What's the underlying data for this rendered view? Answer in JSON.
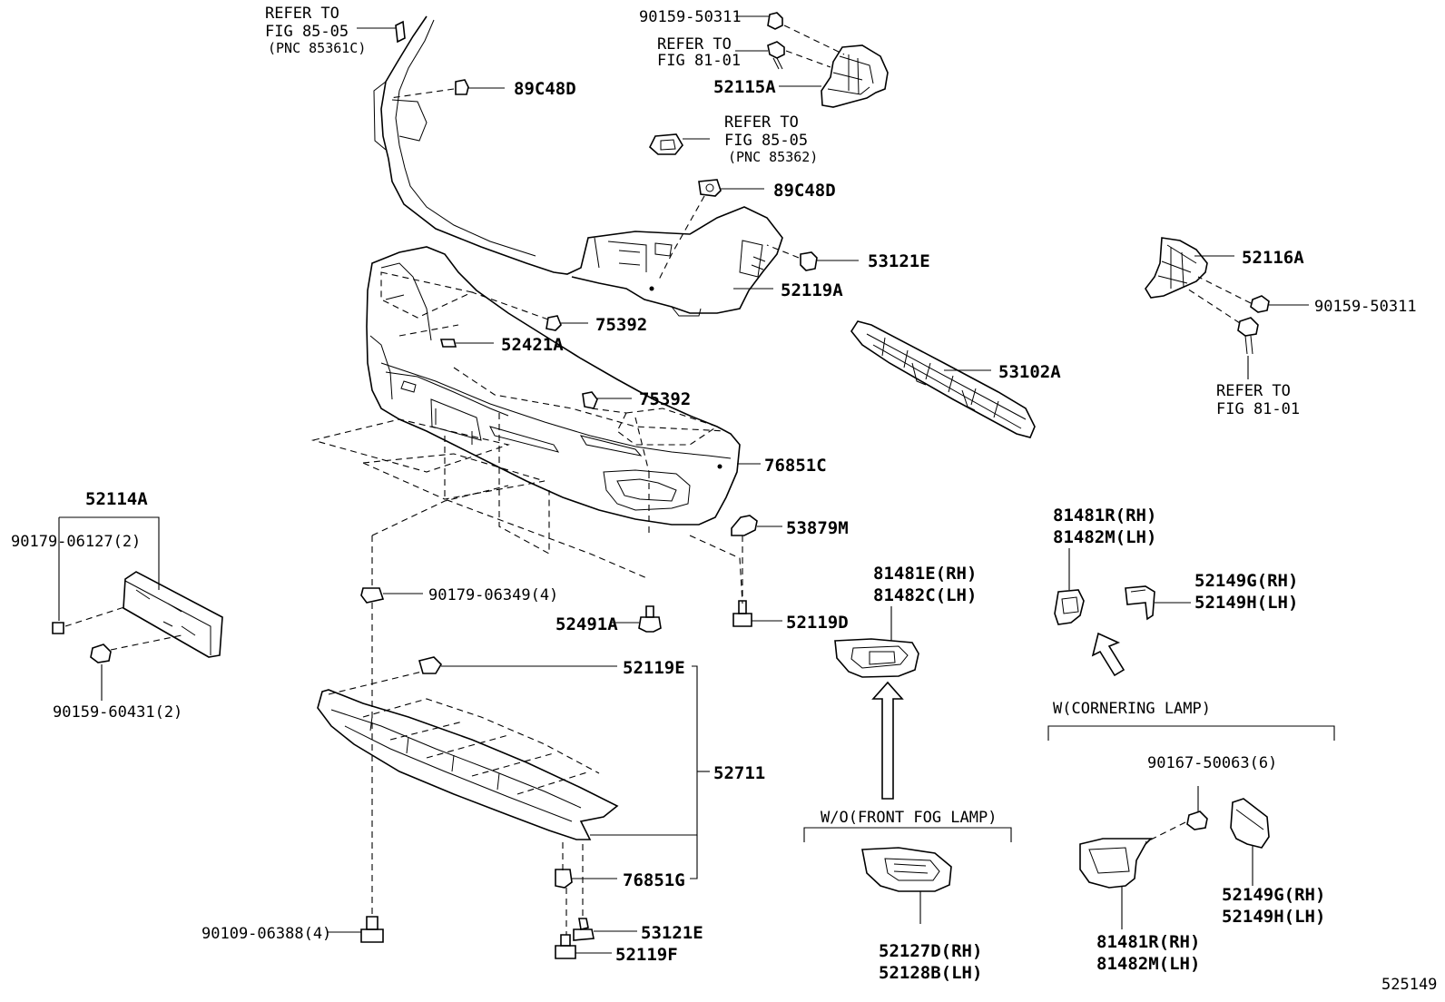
{
  "labels": {
    "refer_85361c_l1": "REFER TO",
    "refer_85361c_l2": "FIG 85-05",
    "refer_85361c_l3": "(PNC 85361C)",
    "p_89c48d_top": "89C48D",
    "p_90159_50311_top": "90159-50311",
    "refer_81_01_top_l1": "REFER TO",
    "refer_81_01_top_l2": "FIG 81-01",
    "p_52115a": "52115A",
    "refer_85362_l1": "REFER TO",
    "refer_85362_l2": "FIG 85-05",
    "refer_85362_l3": "(PNC 85362)",
    "p_89c48d_mid": "89C48D",
    "p_53121e_top": "53121E",
    "p_52119a": "52119A",
    "p_52116a": "52116A",
    "p_90159_50311_right": "90159-50311",
    "refer_81_01_right_l1": "REFER TO",
    "refer_81_01_right_l2": "FIG 81-01",
    "p_75392_a": "75392",
    "p_52421a": "52421A",
    "p_53102a": "53102A",
    "p_75392_b": "75392",
    "p_76851c": "76851C",
    "p_52114a": "52114A",
    "p_90179_06127": "90179-06127(2)",
    "p_53879m": "53879M",
    "p_81481r_top": "81481R(RH)",
    "p_81482m_top": "81482M(LH)",
    "p_81481e": "81481E(RH)",
    "p_81482c": "81482C(LH)",
    "p_52149g_top": "52149G(RH)",
    "p_52149h_top": "52149H(LH)",
    "p_90179_06349": "90179-06349(4)",
    "p_52491a": "52491A",
    "p_52119d": "52119D",
    "p_90159_60431": "90159-60431(2)",
    "p_52119e": "52119E",
    "w_cornering_lamp": "W(CORNERING LAMP)",
    "p_90167_50063": "90167-50063(6)",
    "p_52711": "52711",
    "wo_front_fog_lamp": "W/O(FRONT FOG LAMP)",
    "p_52149g_bottom": "52149G(RH)",
    "p_52149h_bottom": "52149H(LH)",
    "p_76851g": "76851G",
    "p_90109_06388": "90109-06388(4)",
    "p_53121e_bottom": "53121E",
    "p_52119f": "52119F",
    "p_52127d": "52127D(RH)",
    "p_52128b": "52128B(LH)",
    "p_81481r_bottom": "81481R(RH)",
    "p_81482m_bottom": "81482M(LH)",
    "figure_number": "525149"
  }
}
